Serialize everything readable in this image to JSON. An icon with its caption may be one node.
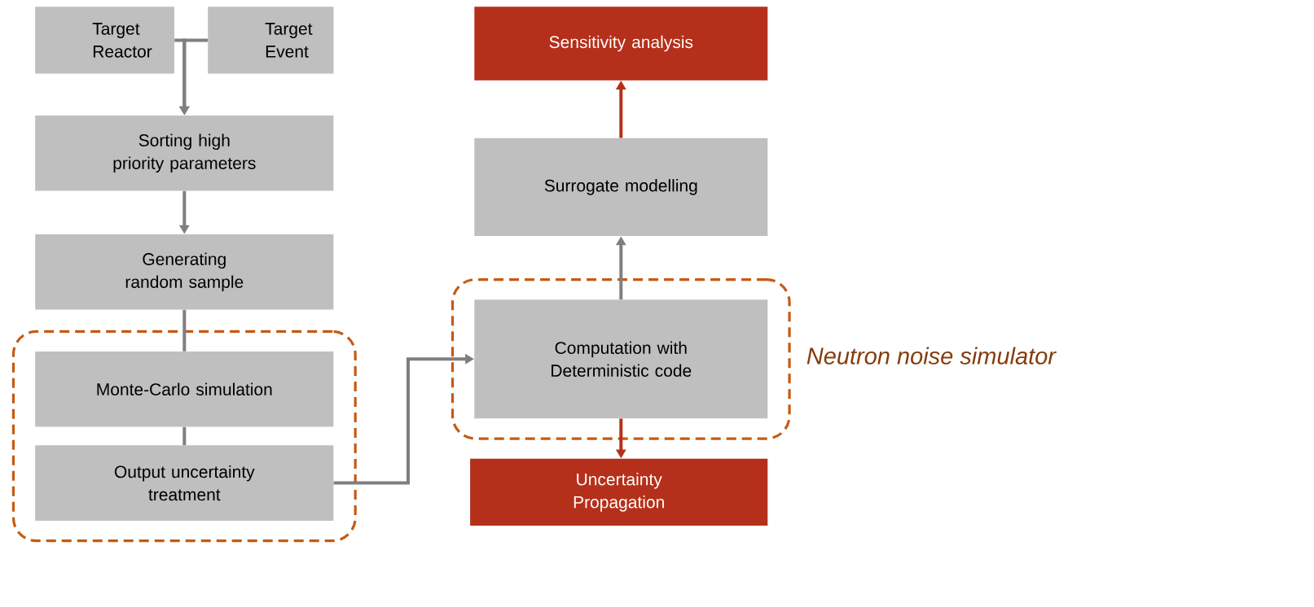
{
  "diagram": {
    "nodes": [
      {
        "text": [
          "Target Reactor"
        ]
      },
      {
        "text": [
          "Target Event"
        ]
      },
      {
        "text": [
          "Sorting high priority parameters"
        ]
      },
      {
        "text": [
          "Generating random sample"
        ]
      },
      {
        "text": [],
        "shape": "box"
      },
      {
        "text": [
          "Monte-Carlo simulation"
        ],
        "in": 4
      },
      {
        "text": [
          "Output uncertainty treatment"
        ],
        "in": 4
      },
      {
        "text": [
          "Sensitivity analysis"
        ]
      },
      {
        "text": [
          "Surrogate modelling"
        ]
      },
      {
        "text": [],
        "shape": "box"
      },
      {
        "text": [
          "Computation with Deterministic code"
        ],
        "in": 9
      },
      {
        "text": [
          "Uncertainty Propagation"
        ]
      }
    ],
    "edges": [
      {
        "from": 0,
        "to": 2,
        "arrow": "to"
      },
      {
        "from": 1,
        "to": 2,
        "arrow": "to"
      },
      {
        "from": 2,
        "to": 3,
        "arrow": "to"
      },
      {
        "from": 3,
        "to": 5,
        "arrow": "none"
      },
      {
        "from": 5,
        "to": 6,
        "arrow": "none"
      },
      {
        "from": 6,
        "to": 10,
        "arrow": "to"
      },
      {
        "from": 10,
        "to": 8,
        "arrow": "to"
      },
      {
        "from": 8,
        "to": 7,
        "arrow": "to",
        "color": "#b5301a"
      },
      {
        "from": 10,
        "to": 11,
        "arrow": "to",
        "color": "#b5301a"
      }
    ],
    "labels": [
      "Neutron noise simulator"
    ]
  }
}
